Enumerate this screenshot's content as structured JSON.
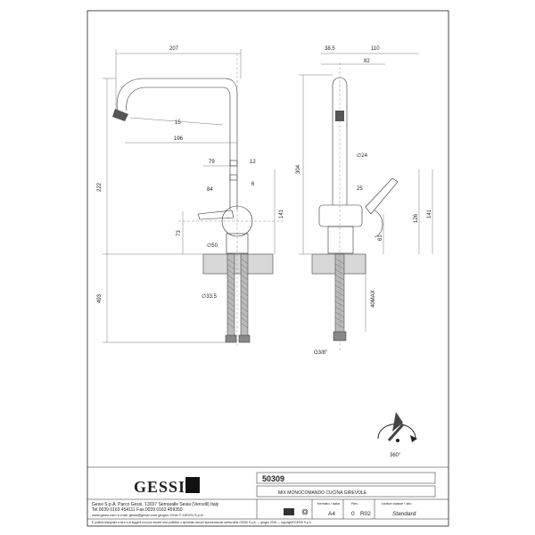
{
  "dimensions": {
    "front": {
      "width_207": "207",
      "angle_15": "15",
      "reach_196": "196",
      "d79": "79",
      "d12": "12",
      "angle_84": "84",
      "angle_6": "6",
      "h222": "222",
      "h141": "141",
      "h73": "73",
      "dia50": "∅50",
      "h493": "493",
      "dia33_5": "∅33.5"
    },
    "side": {
      "d38_5": "38.5",
      "d110": "110",
      "d82": "82",
      "h304": "304",
      "dia24": "∅24",
      "angle25": "25",
      "h126": "126",
      "h141": "141",
      "h61": "61",
      "max40": "40MAX",
      "thread": "G3/8\""
    },
    "rotation": "360°"
  },
  "title_block": {
    "code": "50309",
    "description": "MIX MONOCOMANDO CUCINA GIREVOLE",
    "logo": "GESSI",
    "company_line": "Gessi S.p.A. Parco Gessi, 13037 Serravalle Sesia (Vercelli) Italy",
    "phone_line": "Tel.0039 0163 454111 Fax.0039 0163 459350",
    "web_line": "www.gessi.com  e-mail: gessi@gessi.com  giugno 2016  © GESSI S.p.A.",
    "format_label": "formato / data",
    "format_value": "A4",
    "rev_label": "Rev.",
    "rev_value": "0",
    "rev_code": "R02",
    "class_label": "codice classe / sito",
    "class_value": "Standard",
    "footer": "È proibito disegnare a terzi e di leggere non può essere reso pubblico o riprodotto senza l'autorizzazione scritta della GESSI S.p.A. — giugno 2016 — copyright©GESSI S.p.A."
  }
}
